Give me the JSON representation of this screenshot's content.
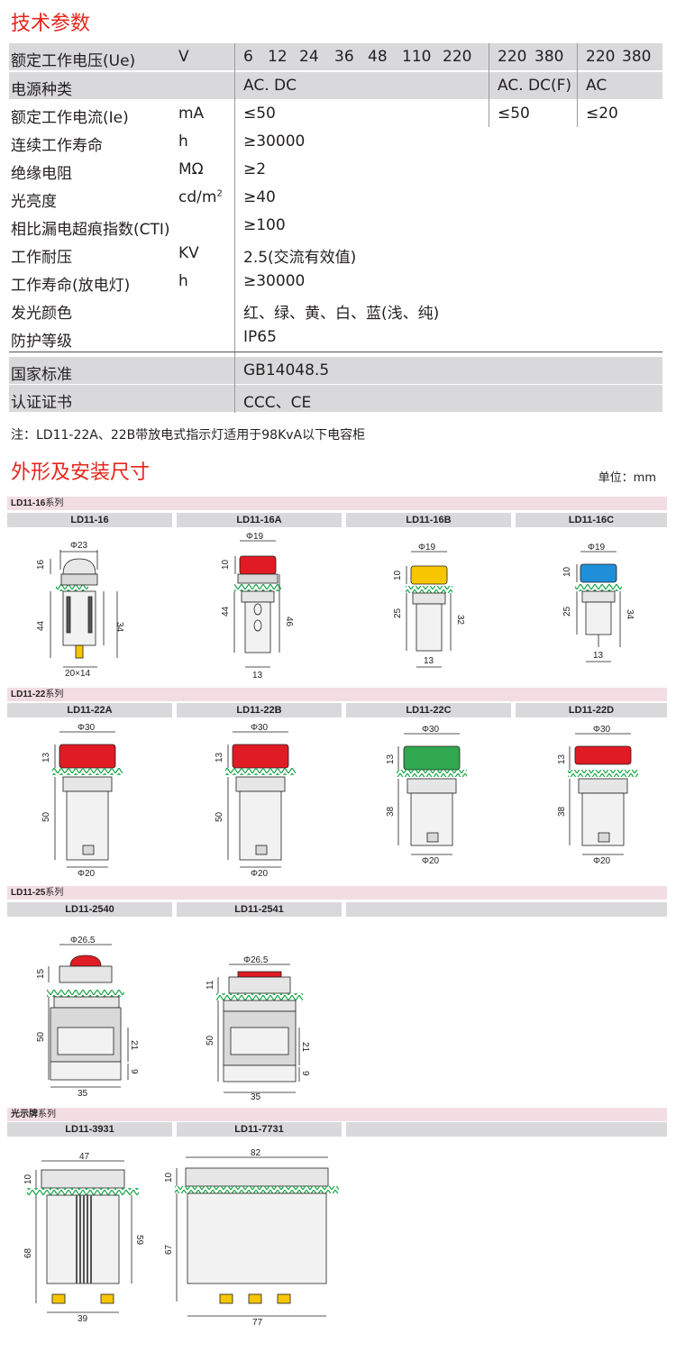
{
  "section1_title": "技术参数",
  "section2_title": "外形及安装尺寸",
  "unit_label": "单位：mm",
  "note": "注：LD11-22A、22B带放电式指示灯适用于98KvA以下电容柜",
  "voltage_row": {
    "name": "额定工作电压(Ue)",
    "unit": "V",
    "group1": [
      "6",
      "12",
      "24",
      "36",
      "48",
      "110",
      "220"
    ],
    "group2": [
      "220",
      "380"
    ],
    "group3": [
      "220",
      "380"
    ]
  },
  "power_row": {
    "name": "电源种类",
    "g1": "AC. DC",
    "g2": "AC. DC(F)",
    "g3": "AC"
  },
  "current_row": {
    "name": "额定工作电流(Ie)",
    "unit": "mA",
    "g1": "≤50",
    "g2": "≤50",
    "g3": "≤20"
  },
  "rows": [
    {
      "name": "连续工作寿命",
      "unit": "h",
      "value": "≥30000"
    },
    {
      "name": "绝缘电阻",
      "unit": "MΩ",
      "value": "≥2"
    },
    {
      "name": "光亮度",
      "unit": "cd/m",
      "unit_sup": "2",
      "value": "≥40"
    },
    {
      "name": "相比漏电超痕指数(CTI)",
      "unit": "",
      "value": "≥100"
    },
    {
      "name": "工作耐压",
      "unit": "KV",
      "value": "2.5(交流有效值)"
    },
    {
      "name": "工作寿命(放电灯)",
      "unit": "h",
      "value": "≥30000"
    },
    {
      "name": "发光颜色",
      "unit": "",
      "value": "红、绿、黄、白、蓝(浅、纯)"
    },
    {
      "name": "防护等级",
      "unit": "",
      "value": "IP65"
    },
    {
      "name": "国家标准",
      "unit": "",
      "value": "GB14048.5"
    },
    {
      "name": "认证证书",
      "unit": "",
      "value": "CCC、CE"
    }
  ],
  "series": [
    {
      "name": "LD11-16",
      "suffix": "系列",
      "models": [
        "LD11-16",
        "LD11-16A",
        "LD11-16B",
        "LD11-16C"
      ]
    },
    {
      "name": "LD11-22",
      "suffix": "系列",
      "models": [
        "LD11-22A",
        "LD11-22B",
        "LD11-22C",
        "LD11-22D"
      ]
    },
    {
      "name": "LD11-25",
      "suffix": "系列",
      "models": [
        "LD11-2540",
        "LD11-2541"
      ]
    },
    {
      "name": "光示牌",
      "suffix": "系列",
      "models": [
        "LD11-3931",
        "LD11-7731"
      ]
    }
  ],
  "dims": {
    "ld16": {
      "dia": "Φ23",
      "h1": "16",
      "h2": "44",
      "h3": "34",
      "base": "20×14"
    },
    "ld16a": {
      "dia": "Φ19",
      "h1": "10",
      "h2": "44",
      "h3": "46",
      "base": "13"
    },
    "ld16b": {
      "dia": "Φ19",
      "h1": "10",
      "h2": "25",
      "h3": "32",
      "base": "13"
    },
    "ld16c": {
      "dia": "Φ19",
      "h1": "10",
      "h2": "25",
      "h3": "34",
      "base": "13"
    },
    "ld22a": {
      "dia": "Φ30",
      "h1": "13",
      "h2": "50",
      "base": "Φ20"
    },
    "ld22b": {
      "dia": "Φ30",
      "h1": "13",
      "h2": "50",
      "base": "Φ20"
    },
    "ld22c": {
      "dia": "Φ30",
      "h1": "13",
      "h2": "38",
      "base": "Φ20"
    },
    "ld22d": {
      "dia": "Φ30",
      "h1": "13",
      "h2": "38",
      "base": "Φ20"
    },
    "ld2540": {
      "dia": "Φ26.5",
      "h1": "15",
      "h2": "50",
      "h3": "21",
      "h4": "9",
      "base": "35"
    },
    "ld2541": {
      "dia": "Φ26.5",
      "h1": "11",
      "h2": "50",
      "h3": "21",
      "h4": "9",
      "base": "35"
    },
    "ld3931": {
      "w": "47",
      "h1": "10",
      "h2": "68",
      "h3": "59",
      "base": "39"
    },
    "ld7731": {
      "w": "82",
      "h1": "10",
      "h2": "67",
      "base": "77"
    }
  },
  "colors": {
    "accent_red": "#e4261c",
    "lamp_red": "#e01b24",
    "lamp_yellow": "#f7c600",
    "lamp_blue": "#1e8fd8",
    "lamp_green": "#2fa84f",
    "seal_green": "#1aa84a"
  }
}
